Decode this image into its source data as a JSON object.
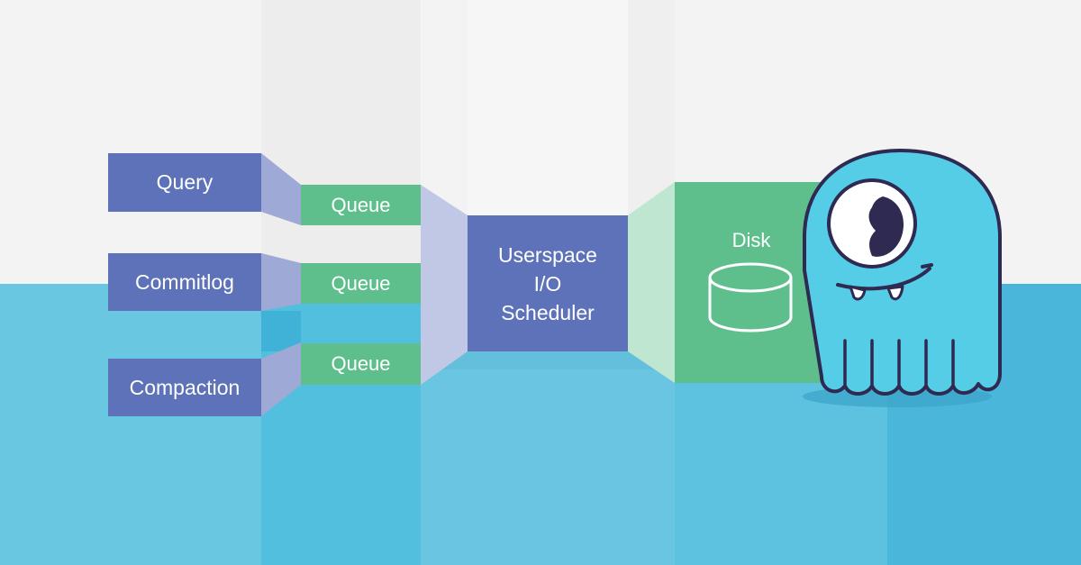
{
  "diagram": {
    "sources": [
      {
        "label": "Query"
      },
      {
        "label": "Commitlog"
      },
      {
        "label": "Compaction"
      }
    ],
    "queues": [
      {
        "label": "Queue"
      },
      {
        "label": "Queue"
      },
      {
        "label": "Queue"
      }
    ],
    "scheduler": {
      "label": "Userspace\nI/O\nScheduler"
    },
    "disk": {
      "label": "Disk"
    }
  },
  "colors": {
    "background_top": "#f4f4f5",
    "background_water": "#5cc3df",
    "source_box": "#5d72b8",
    "queue_box": "#5ebf8c",
    "scheduler_box": "#5d72b8",
    "disk_box": "#5ebf8c",
    "mascot_body": "#56cde6",
    "mascot_outline": "#2f2a52"
  },
  "icons": {
    "disk": "disk-cylinder-icon",
    "mascot": "one-eyed-octopus-mascot"
  }
}
